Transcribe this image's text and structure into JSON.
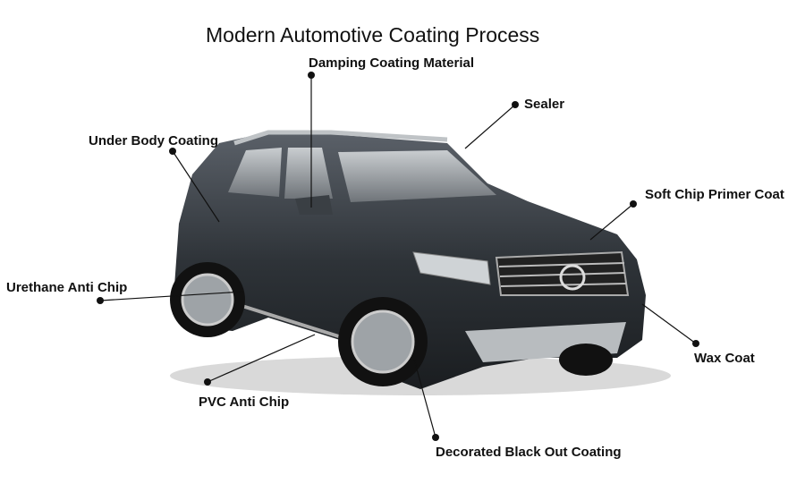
{
  "title": "Modern Automotive Coating Process",
  "labels": {
    "damping": "Damping Coating Material",
    "sealer": "Sealer",
    "underbody": "Under Body Coating",
    "softchip": "Soft Chip Primer Coat",
    "urethane": "Urethane Anti Chip",
    "wax": "Wax Coat",
    "pvc": "PVC Anti Chip",
    "blackout": "Decorated Black Out Coating"
  }
}
